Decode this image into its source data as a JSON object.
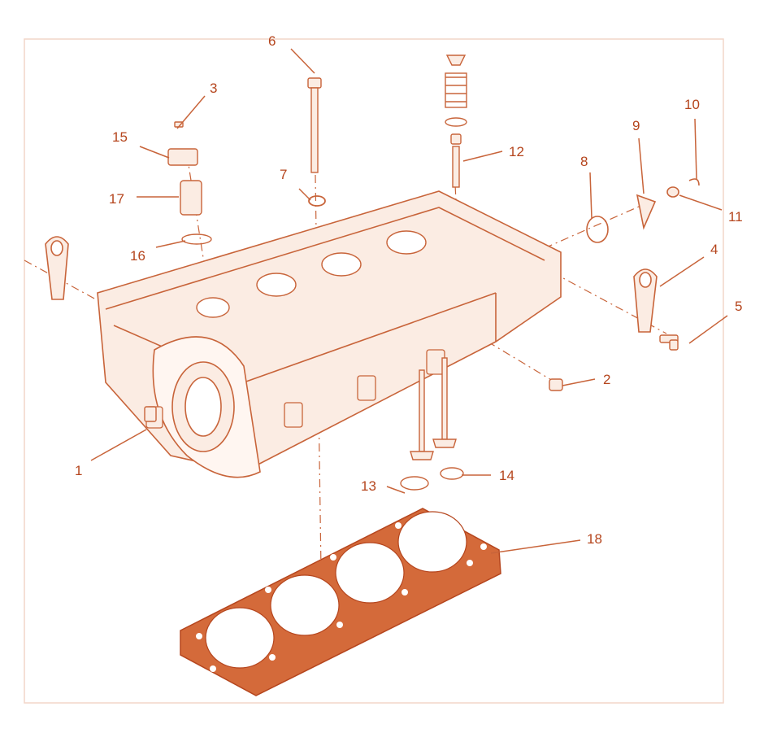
{
  "colors": {
    "line": "#c8643a",
    "line_light": "#e3a98a",
    "fill_light": "#fbece3",
    "gasket": "#d46a3a",
    "frame": "#f2d6c8",
    "label": "#b5451d"
  },
  "callouts": [
    {
      "id": "1",
      "text": "1"
    },
    {
      "id": "2",
      "text": "2"
    },
    {
      "id": "3",
      "text": "3"
    },
    {
      "id": "4",
      "text": "4"
    },
    {
      "id": "5",
      "text": "5"
    },
    {
      "id": "6",
      "text": "6"
    },
    {
      "id": "7",
      "text": "7"
    },
    {
      "id": "8",
      "text": "8"
    },
    {
      "id": "9",
      "text": "9"
    },
    {
      "id": "10",
      "text": "10"
    },
    {
      "id": "11",
      "text": "11"
    },
    {
      "id": "12",
      "text": "12"
    },
    {
      "id": "13",
      "text": "13"
    },
    {
      "id": "14",
      "text": "14"
    },
    {
      "id": "15",
      "text": "15"
    },
    {
      "id": "16",
      "text": "16"
    },
    {
      "id": "17",
      "text": "17"
    },
    {
      "id": "18",
      "text": "18"
    }
  ]
}
